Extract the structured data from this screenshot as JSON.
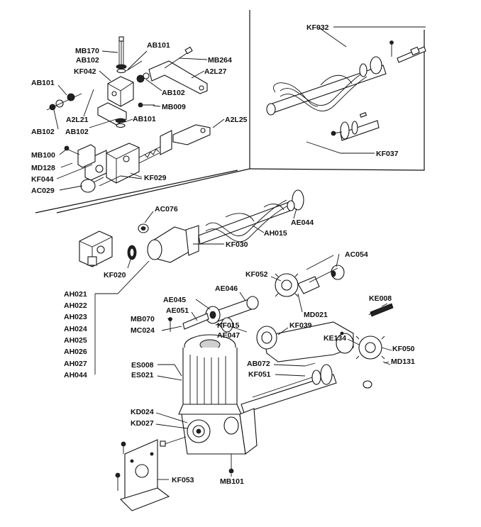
{
  "labels": {
    "MB170": "MB170",
    "AB101_top": "AB101",
    "MB264": "MB264",
    "AB102_top": "AB102",
    "A2L27": "A2L27",
    "KF042": "KF042",
    "AB101_left": "AB101",
    "AB102_mid": "AB102",
    "MB009": "MB009",
    "A2L21": "A2L21",
    "AB101_mid": "AB101",
    "AB102_left": "AB102",
    "AB102_left2": "AB102",
    "A2L25": "A2L25",
    "MB100": "MB100",
    "MD128": "MD128",
    "KF044": "KF044",
    "AC029": "AC029",
    "KF029": "KF029",
    "KF032": "KF032",
    "KF037": "KF037",
    "AC076": "AC076",
    "AE044": "AE044",
    "AH015": "AH015",
    "KF030": "KF030",
    "KF020": "KF020",
    "AC054": "AC054",
    "KF052": "KF052",
    "AE045": "AE045",
    "AE046": "AE046",
    "KE008": "KE008",
    "MD021": "MD021",
    "MB070": "MB070",
    "AE051": "AE051",
    "KF039": "KF039",
    "MC024": "MC024",
    "KF015": "KF015",
    "AE047": "AE047",
    "KE134": "KE134",
    "KF050": "KF050",
    "MD131": "MD131",
    "ES008": "ES008",
    "ES021": "ES021",
    "AB072": "AB072",
    "KF051": "KF051",
    "KD024": "KD024",
    "KD027": "KD027",
    "MB101": "MB101",
    "KF053": "KF053"
  },
  "ah_list": [
    "AH021",
    "AH022",
    "AH023",
    "AH024",
    "AH025",
    "AH026",
    "AH027",
    "AH044"
  ]
}
